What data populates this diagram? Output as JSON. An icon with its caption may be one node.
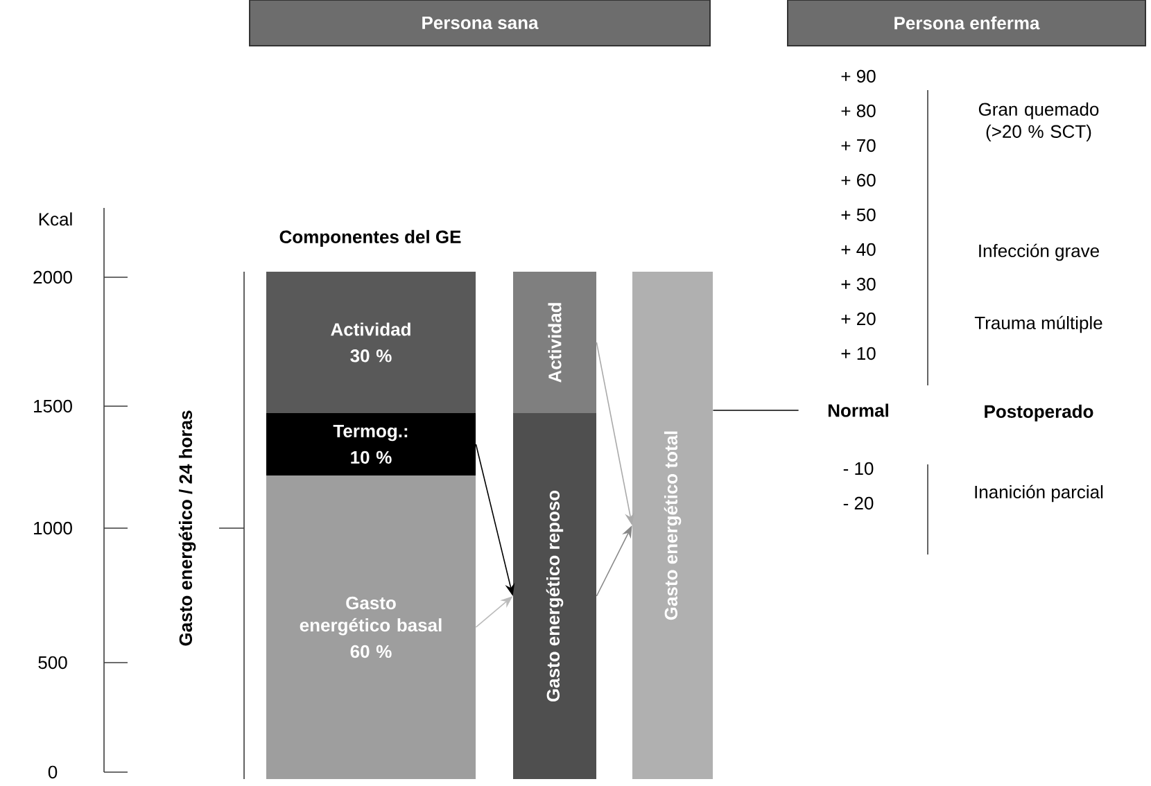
{
  "diagram": {
    "nodes": [
      {
        "text": [
          "Persona sana"
        ]
      },
      {
        "text": [
          "Persona enferma"
        ]
      },
      {
        "text": [
          "Actividad",
          "30 %"
        ]
      },
      {
        "text": [
          "Termog.:",
          "10 %"
        ]
      },
      {
        "text": [
          "Gasto energético basal",
          "60 %"
        ]
      },
      {
        "text": [
          "Actividad"
        ]
      },
      {
        "text": [
          "Gasto energético reposo"
        ]
      },
      {
        "text": [
          "Gasto energético total"
        ]
      },
      {
        "text": [
          "Normal"
        ]
      }
    ],
    "edges": [
      {
        "from": 3,
        "to": 6,
        "arrow": "to"
      },
      {
        "from": 4,
        "to": 6,
        "arrow": "to",
        "color": "#bbbbbb"
      },
      {
        "from": 5,
        "to": 7,
        "arrow": "to",
        "color": "#aaaaaa"
      },
      {
        "from": 6,
        "to": 7,
        "arrow": "to",
        "color": "#888888"
      },
      {
        "from": 7,
        "to": 8,
        "arrow": "none"
      }
    ],
    "labels": [
      "Kcal",
      "Componentes del GE",
      "2000",
      "1500",
      "1000",
      "500",
      "0",
      "Gasto energético / 24 horas",
      "+ 90",
      "+ 80",
      "Gran quemado (>20 % SCT)",
      "+ 70",
      "+ 60",
      "+ 50",
      "+ 40",
      "Infección grave",
      "+ 30",
      "+ 20",
      "Trauma múltiple",
      "+ 10",
      "Postoperado",
      "- 10",
      "- 20",
      "Inanición parcial"
    ]
  }
}
